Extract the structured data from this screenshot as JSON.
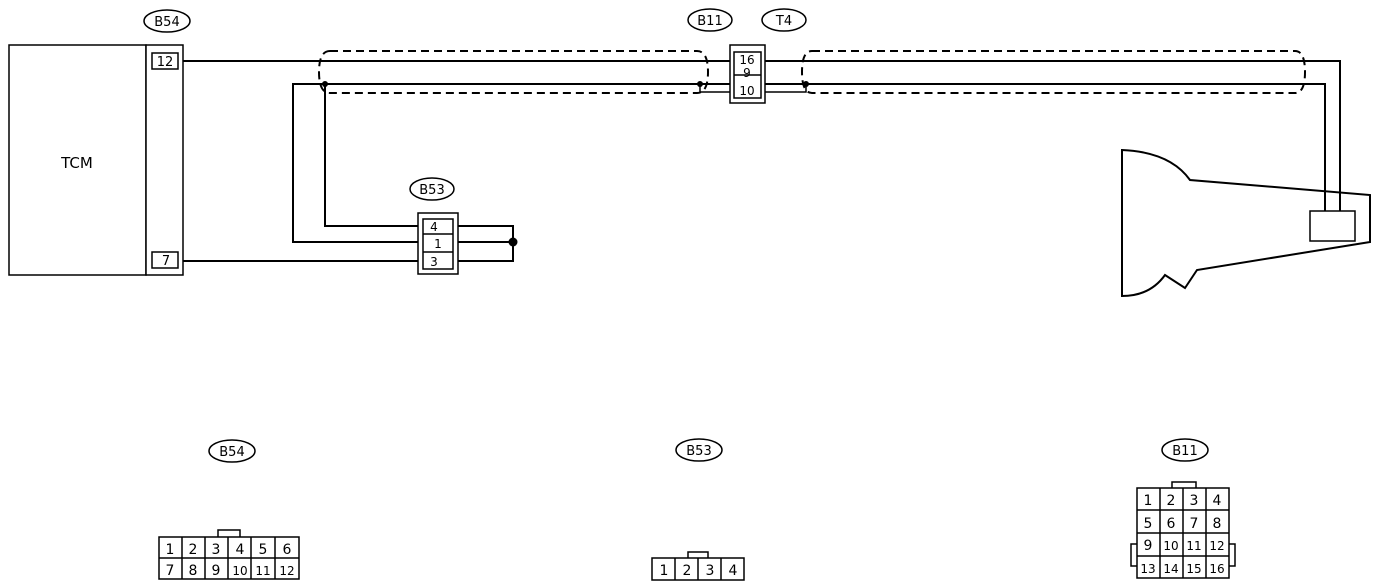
{
  "diagram": {
    "tcm_label": "TCM",
    "connectors": {
      "b54_tag": "B54",
      "b11_tag": "B11",
      "t4_tag": "T4",
      "b53_tag": "B53"
    },
    "pins": {
      "tcm_12": "12",
      "tcm_7": "7",
      "b11_16": "16",
      "b11_9": "9",
      "b11_10": "10",
      "b53_4": "4",
      "b53_1": "1",
      "b53_3": "3"
    }
  },
  "connector_views": {
    "b54": {
      "tag": "B54",
      "row1": [
        "1",
        "2",
        "3",
        "4",
        "5",
        "6"
      ],
      "row2": [
        "7",
        "8",
        "9",
        "10",
        "11",
        "12"
      ]
    },
    "b53": {
      "tag": "B53",
      "row1": [
        "1",
        "2",
        "3",
        "4"
      ]
    },
    "b11": {
      "tag": "B11",
      "row1": [
        "1",
        "2",
        "3",
        "4"
      ],
      "row2": [
        "5",
        "6",
        "7",
        "8"
      ],
      "row3": [
        "9",
        "10",
        "11",
        "12"
      ],
      "row4": [
        "13",
        "14",
        "15",
        "16"
      ]
    }
  }
}
